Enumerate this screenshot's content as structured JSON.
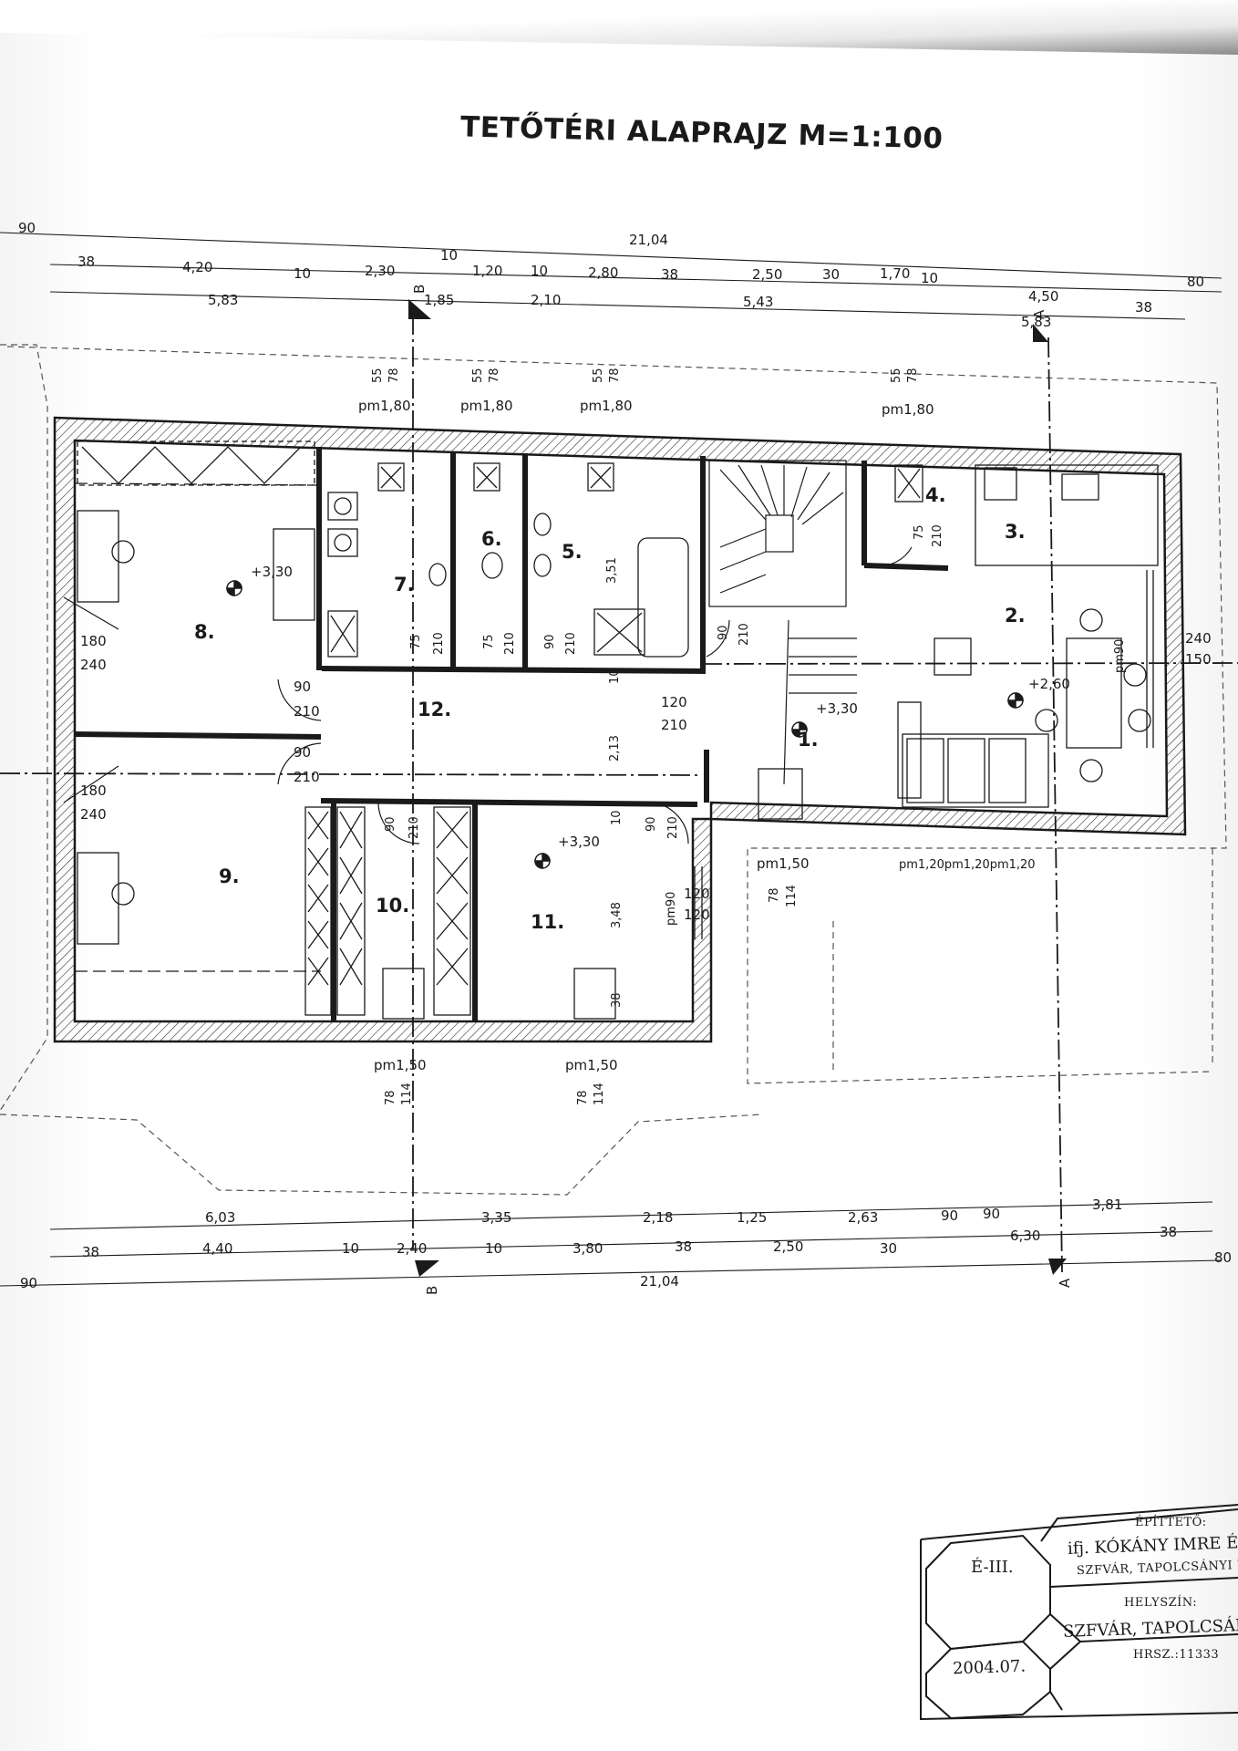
{
  "title": "TETŐTÉRI ALAPRAJZ M=1:100",
  "rooms": {
    "r1": "1.",
    "r2": "2.",
    "r3": "3.",
    "r4": "4.",
    "r5": "5.",
    "r6": "6.",
    "r7": "7.",
    "r8": "8.",
    "r9": "9.",
    "r10": "10.",
    "r11": "11.",
    "r12": "12."
  },
  "levels": {
    "l8": "+3,30",
    "l1": "+3,30",
    "l2": "+2,60",
    "l11": "+3,30"
  },
  "top_dims": {
    "row1": [
      "90",
      "21,04"
    ],
    "row2": [
      "38",
      "4,20",
      "10",
      "2,30",
      "10",
      "1,20",
      "10",
      "2,80",
      "38",
      "2,50",
      "30",
      "1,70",
      "10",
      "4,50",
      "80"
    ],
    "row3": [
      "5,83",
      "1,85",
      "2,10",
      "5,43",
      "5,83",
      "38"
    ]
  },
  "bottom_dims": {
    "row1": [
      "6,03",
      "3,35",
      "2,18",
      "1,25",
      "2,63",
      "90",
      "90",
      "3,81"
    ],
    "row2": [
      "38",
      "4,40",
      "10",
      "2,40",
      "10",
      "3,80",
      "38",
      "2,50",
      "30",
      "6,30",
      "38"
    ],
    "row3": [
      "90",
      "21,04",
      "80"
    ]
  },
  "section_marks": {
    "b": "B",
    "a": "A"
  },
  "windows": {
    "w1": "pm1,80",
    "w2": "pm1,80",
    "w3": "pm1,80",
    "w4": "pm1,80",
    "w5": "pm1,50",
    "w6": "pm1,20pm1,20pm1,20",
    "w7": "pm1,50",
    "w8": "pm1,50",
    "w9": "pm90",
    "w10": "pm90"
  },
  "window_sizes": {
    "a": "55",
    "b": "78",
    "c": "114"
  },
  "door_dims": {
    "d75": "75",
    "d90": "90",
    "d210": "210",
    "d120": "120",
    "d180": "180",
    "d240": "240",
    "d150": "150",
    "d10": "10"
  },
  "inner_dims": {
    "h351": "3,51",
    "h213": "2,13",
    "h348": "3,48",
    "h38": "38"
  },
  "title_block": {
    "sheet": "É-III.",
    "date": "2004.07.",
    "client_label": "ÉPÍTTETŐ:",
    "client_name": "ifj. KÓKÁNY IMRE ÉS N",
    "client_addr": "SZFVÁR, TAPOLCSÁNYI U",
    "site_label": "HELYSZÍN:",
    "site_name": "SZFVÁR, TAPOLCSÁNYI",
    "site_plot": "HRSZ.:11333"
  }
}
